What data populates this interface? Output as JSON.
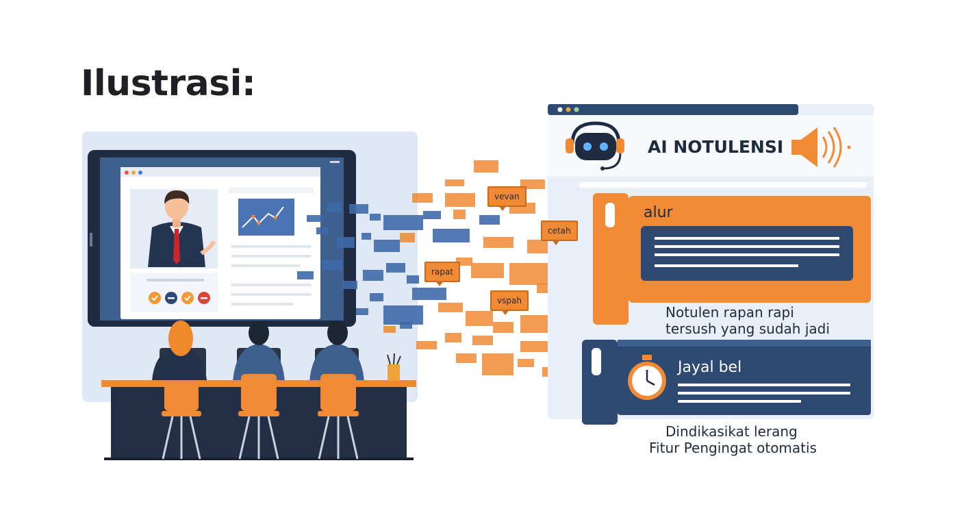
{
  "heading": "Ilustrasi:",
  "ai_panel": {
    "title": "AI NOTULENSI",
    "icons": [
      "robot-headset-icon",
      "speaker-icon"
    ]
  },
  "cards": {
    "flow_label": "alur",
    "minutes_caption_line1": "Notulen rapan rapi",
    "minutes_caption_line2": "tersush yang sudah jadi",
    "schedule_label": "Jayal bel",
    "reminder_caption_line1": "Dindikasikat lerang",
    "reminder_caption_line2": "Fitur Pengingat otomatis"
  },
  "floating_words": [
    "vevan",
    "cetah",
    "rapat",
    "vspah"
  ],
  "colors": {
    "orange": "#f08a34",
    "navy": "#2e4a72",
    "light_panel": "#e4ecf6",
    "dark_text": "#1e2a3d"
  }
}
